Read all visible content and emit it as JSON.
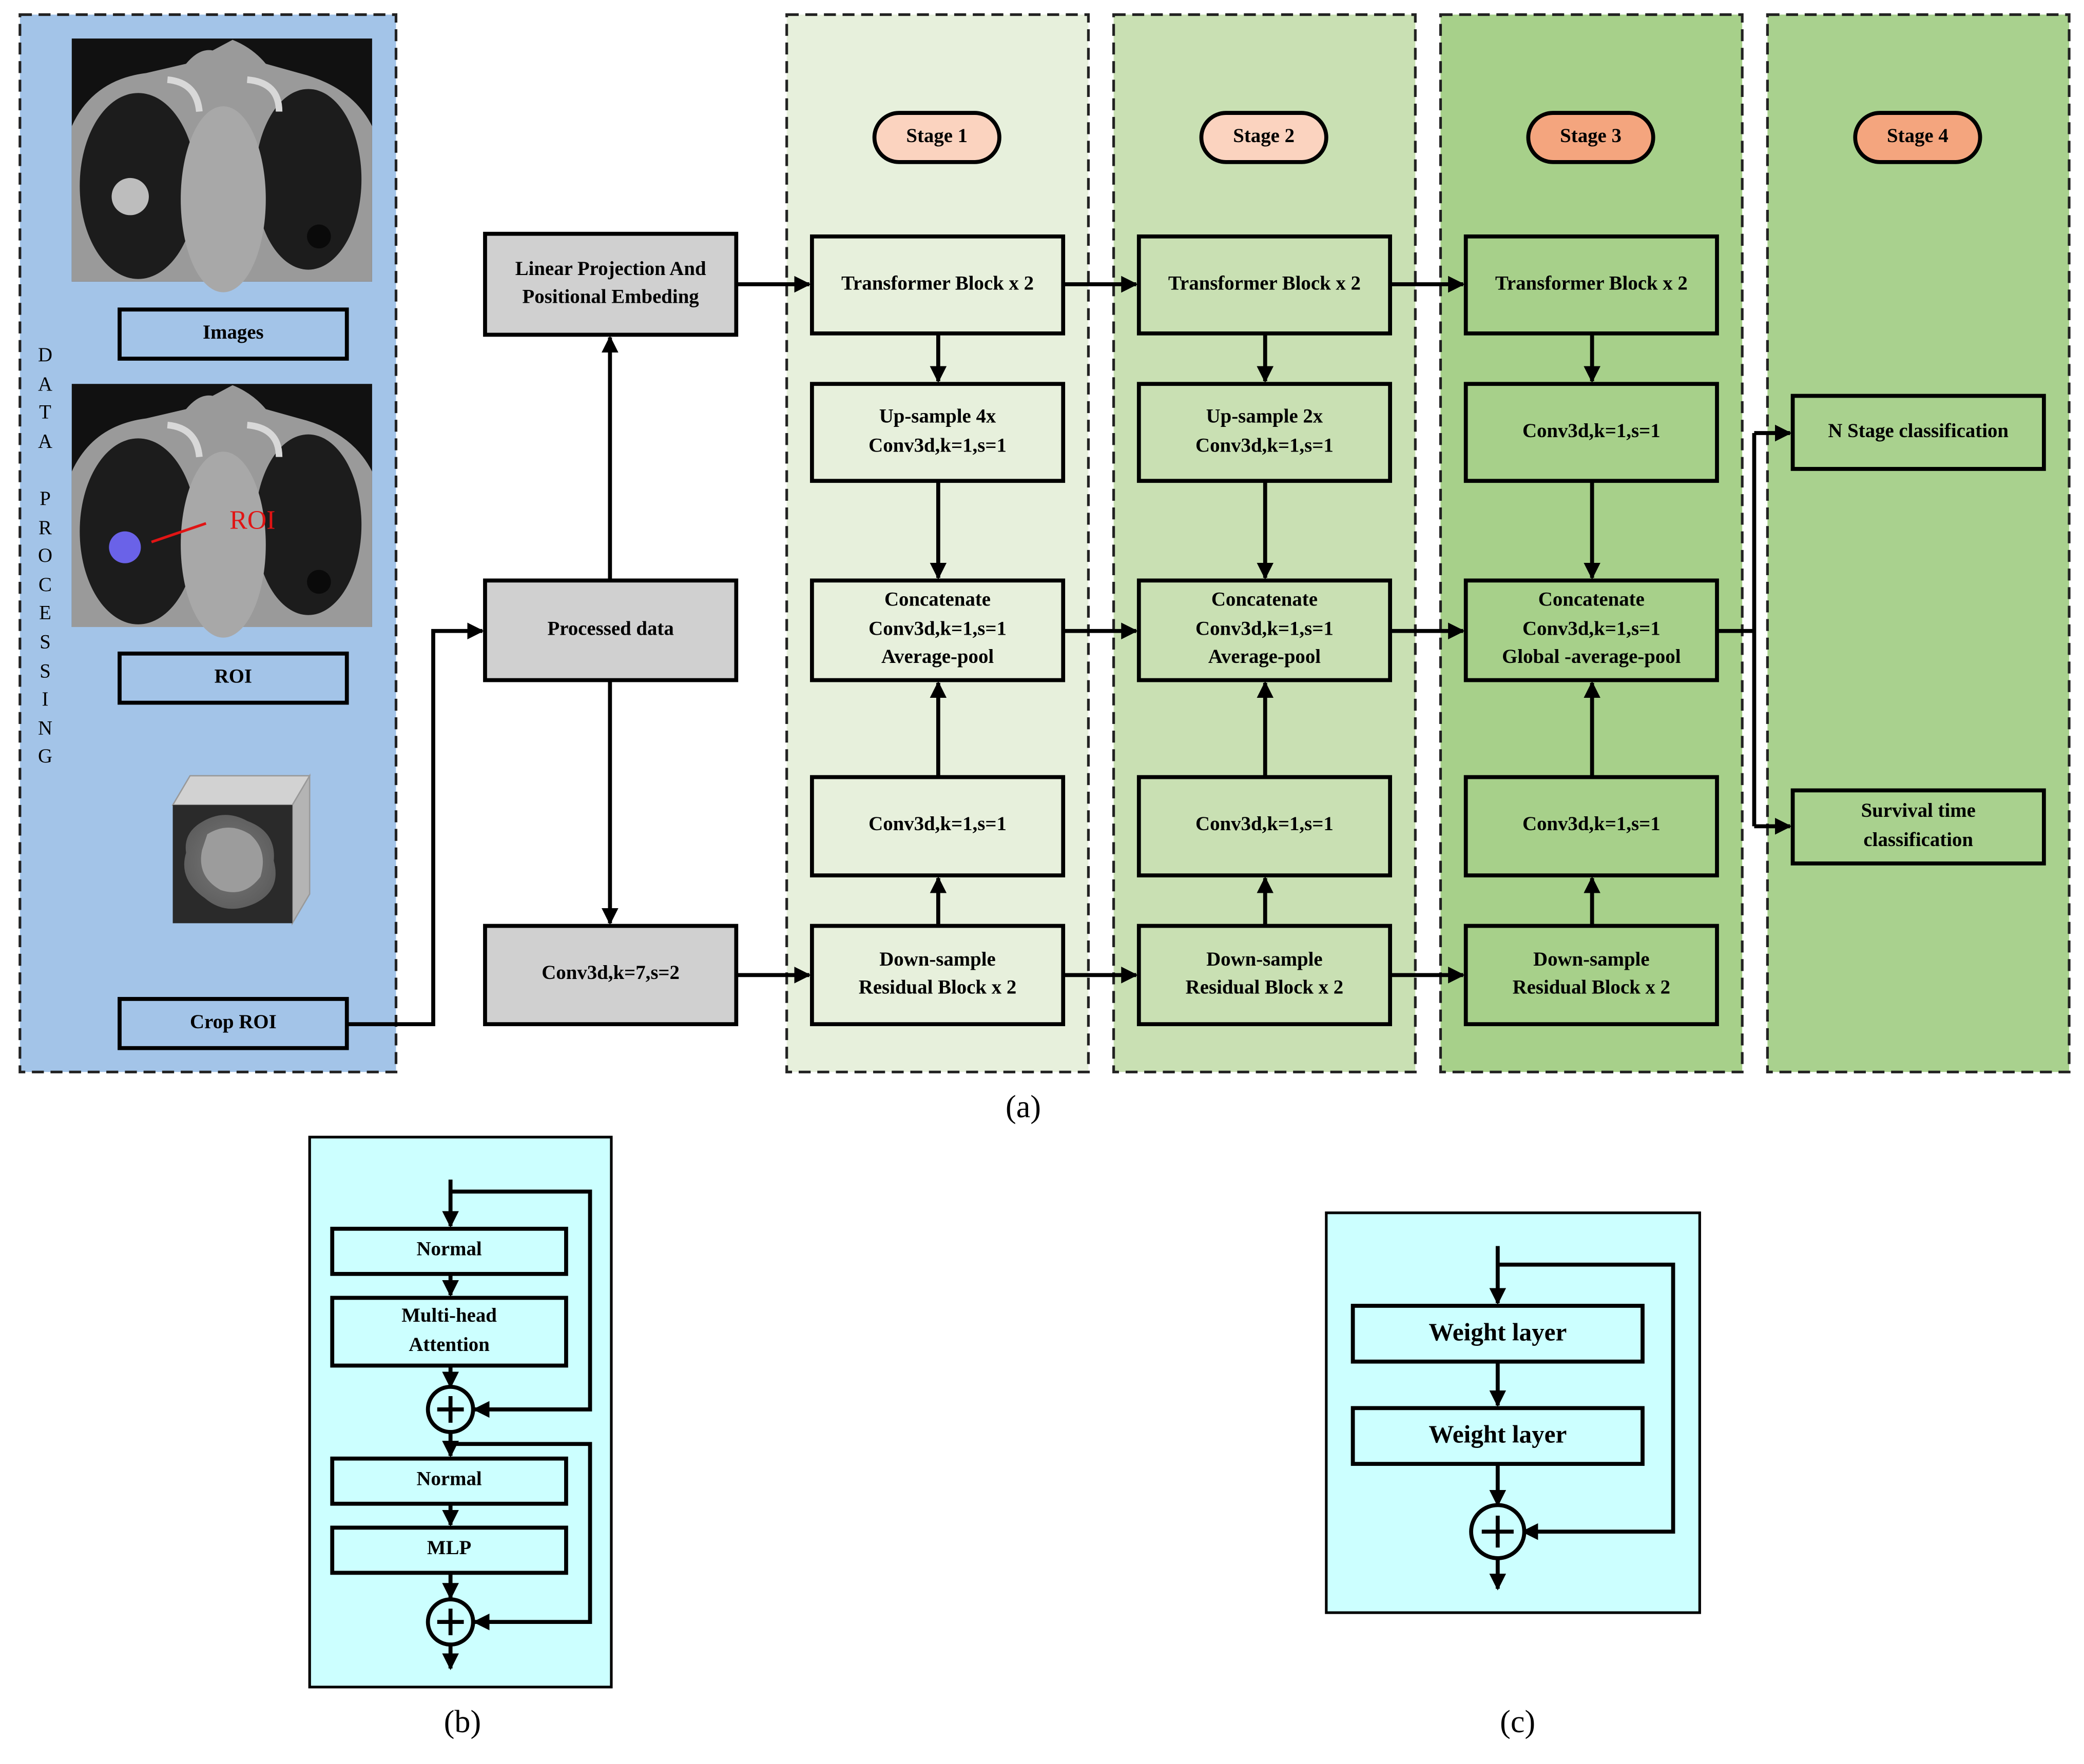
{
  "panel_a": {
    "caption": "(a)",
    "data_processing": {
      "vertical_label": [
        "D",
        "A",
        "T",
        "A",
        "",
        "P",
        "R",
        "O",
        "C",
        "E",
        "S",
        "S",
        "I",
        "N",
        "G"
      ],
      "images_label": "Images",
      "roi_label": "ROI",
      "roi_annotation": "ROI",
      "crop_roi_label": "Crop ROI"
    },
    "linear_projection": [
      "Linear Projection And",
      "Positional Embeding"
    ],
    "processed_data": "Processed data",
    "conv_stem": "Conv3d,k=7,s=2",
    "stages": [
      {
        "title": "Stage 1",
        "transformer": "Transformer Block x 2",
        "upsample": [
          "Up-sample 4x",
          "Conv3d,k=1,s=1"
        ],
        "concat": [
          "Concatenate",
          "Conv3d,k=1,s=1",
          "Average-pool"
        ],
        "conv": "Conv3d,k=1,s=1",
        "downsample": [
          "Down-sample",
          "Residual Block x 2"
        ]
      },
      {
        "title": "Stage 2",
        "transformer": "Transformer Block x 2",
        "upsample": [
          "Up-sample 2x",
          "Conv3d,k=1,s=1"
        ],
        "concat": [
          "Concatenate",
          "Conv3d,k=1,s=1",
          "Average-pool"
        ],
        "conv": "Conv3d,k=1,s=1",
        "downsample": [
          "Down-sample",
          "Residual Block x 2"
        ]
      },
      {
        "title": "Stage 3",
        "transformer": "Transformer Block x 2",
        "upsample": [
          "Conv3d,k=1,s=1"
        ],
        "concat": [
          "Concatenate",
          "Conv3d,k=1,s=1",
          "Global -average-pool"
        ],
        "conv": "Conv3d,k=1,s=1",
        "downsample": [
          "Down-sample",
          "Residual Block x 2"
        ]
      },
      {
        "title": "Stage 4",
        "n_stage": "N Stage classification",
        "survival": [
          "Survival time",
          "classification"
        ]
      }
    ],
    "colors": {
      "data_panel": "#a3c4e8",
      "stage1_bg": "#e7f0dc",
      "stage2_bg": "#c9e0b3",
      "stage3_bg": "#a7d08a",
      "stage4_bg": "#a9d18e",
      "stage_title_light": "#fbd3bf",
      "stage_title_dark": "#f4a57e",
      "gray_box": "#d0d0d0"
    }
  },
  "panel_b": {
    "caption": "(b)",
    "blocks": [
      "Normal",
      [
        "Multi-head",
        "Attention"
      ],
      "Normal",
      "MLP"
    ],
    "color": "#ccffff"
  },
  "panel_c": {
    "caption": "(c)",
    "blocks": [
      "Weight layer",
      "Weight layer"
    ],
    "color": "#ccffff"
  }
}
